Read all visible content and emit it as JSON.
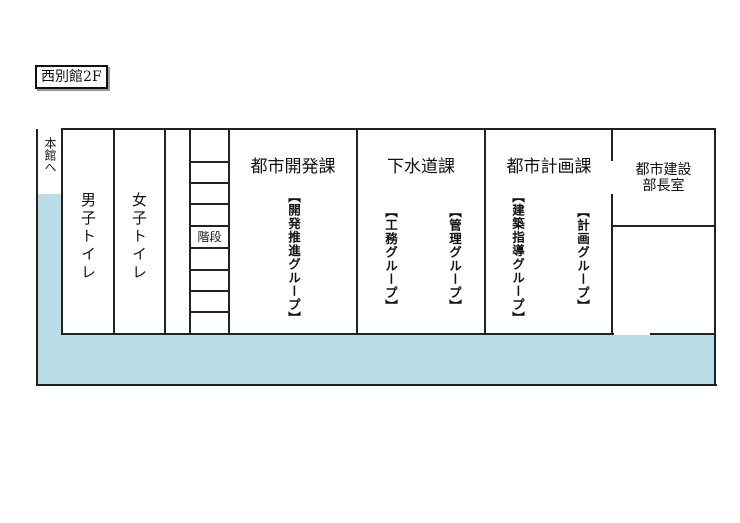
{
  "floor_label": "西別館2F",
  "corridor": {
    "to_main_building": "本館へ",
    "color": "#b8dde6"
  },
  "rooms": {
    "mens_toilet": "男子トイレ",
    "womens_toilet": "女子トイレ",
    "stairs": "階段",
    "toshi_kaihatsu": {
      "name": "都市開発課",
      "groups": [
        "【開発推進グループ】"
      ]
    },
    "gesuido": {
      "name": "下水道課",
      "groups": [
        "【工務グループ】",
        "【管理グループ】"
      ]
    },
    "toshi_keikaku": {
      "name": "都市計画課",
      "groups": [
        "【建築指導グループ】",
        "【計画グループ】"
      ]
    },
    "bucho_room": {
      "line1": "都市建設",
      "line2": "部長室"
    }
  }
}
